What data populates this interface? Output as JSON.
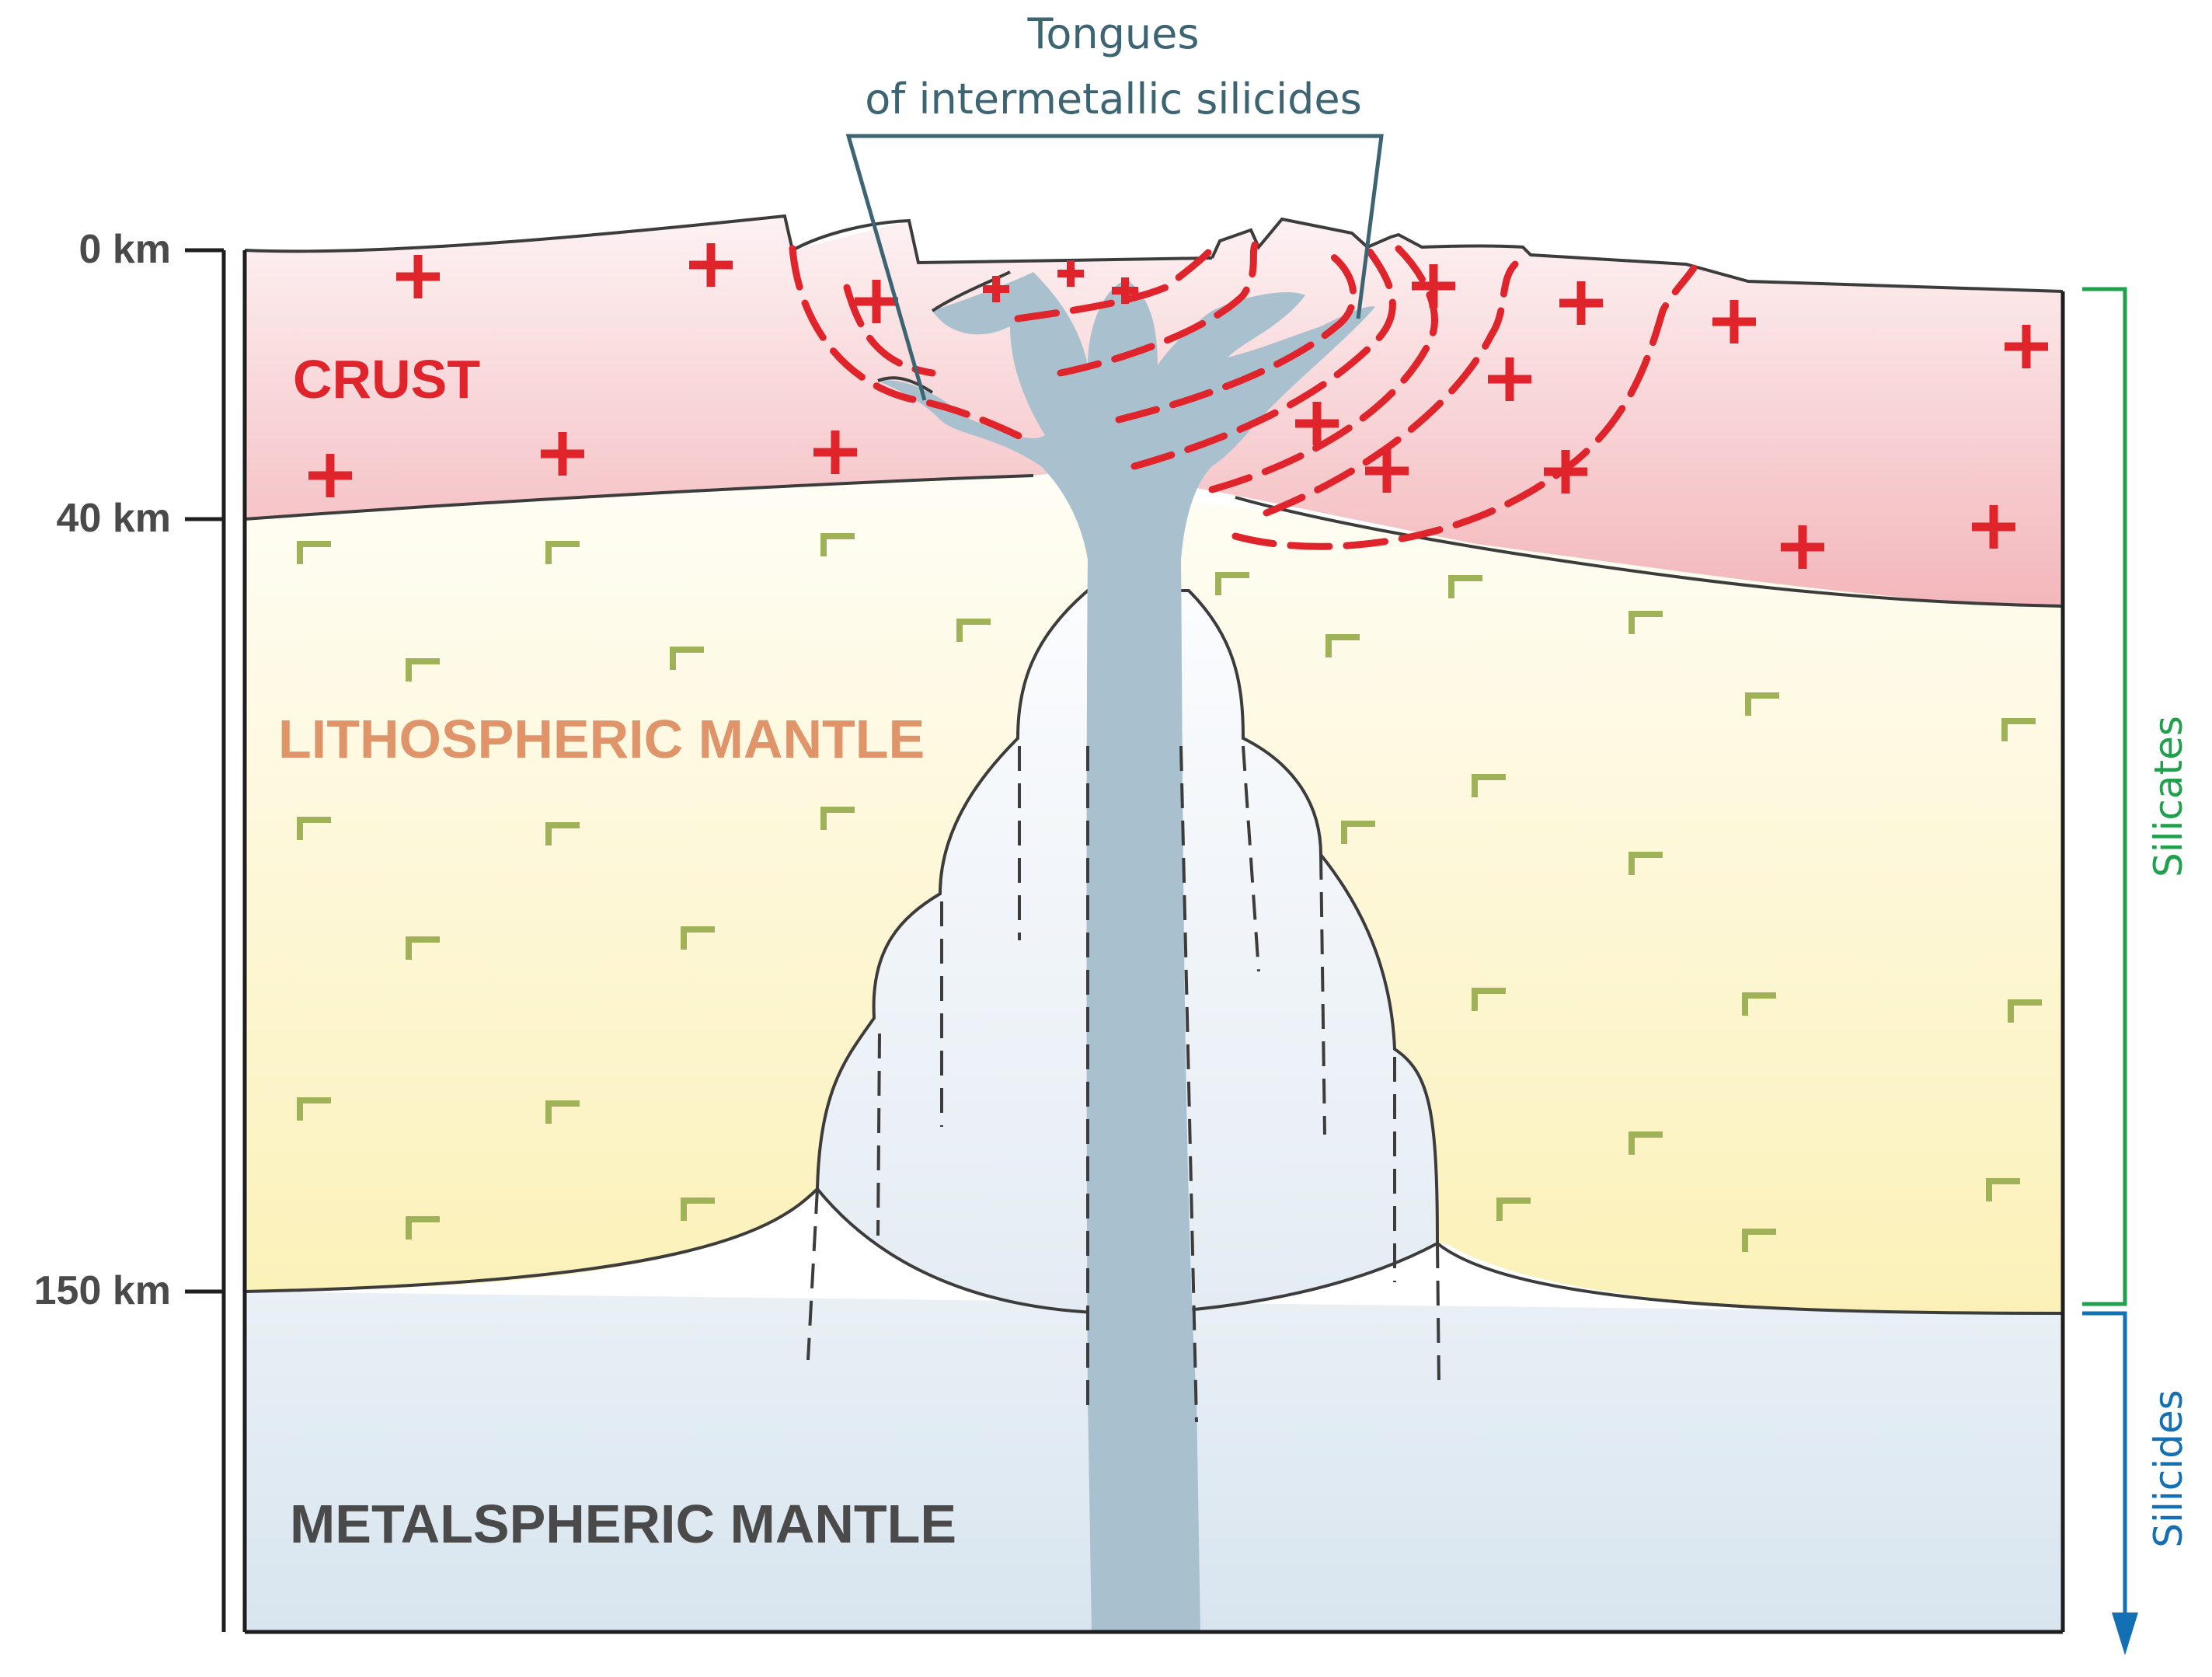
{
  "callout": {
    "line1": "Tongues",
    "line2": "of intermetallic silicides"
  },
  "depth_labels": [
    "0 km",
    "40 km",
    "150 km"
  ],
  "layers": {
    "crust": "CRUST",
    "lithospheric": "LITHOSPHERIC MANTLE",
    "metalspheric": "METALSPHERIC MANTLE"
  },
  "side_labels": {
    "silicates": "Silicates",
    "silicides": "Silicides"
  },
  "colors": {
    "crust": "#f4c3c6",
    "lithospheric": "#fbf4c4",
    "metalspheric": "#dce8f1",
    "plume": "#a9c1cf",
    "fault": "#e0242b",
    "silicates_bracket": "#21a04c",
    "silicides_arrow": "#1470b4",
    "mineral_tick": "#9fb257"
  }
}
